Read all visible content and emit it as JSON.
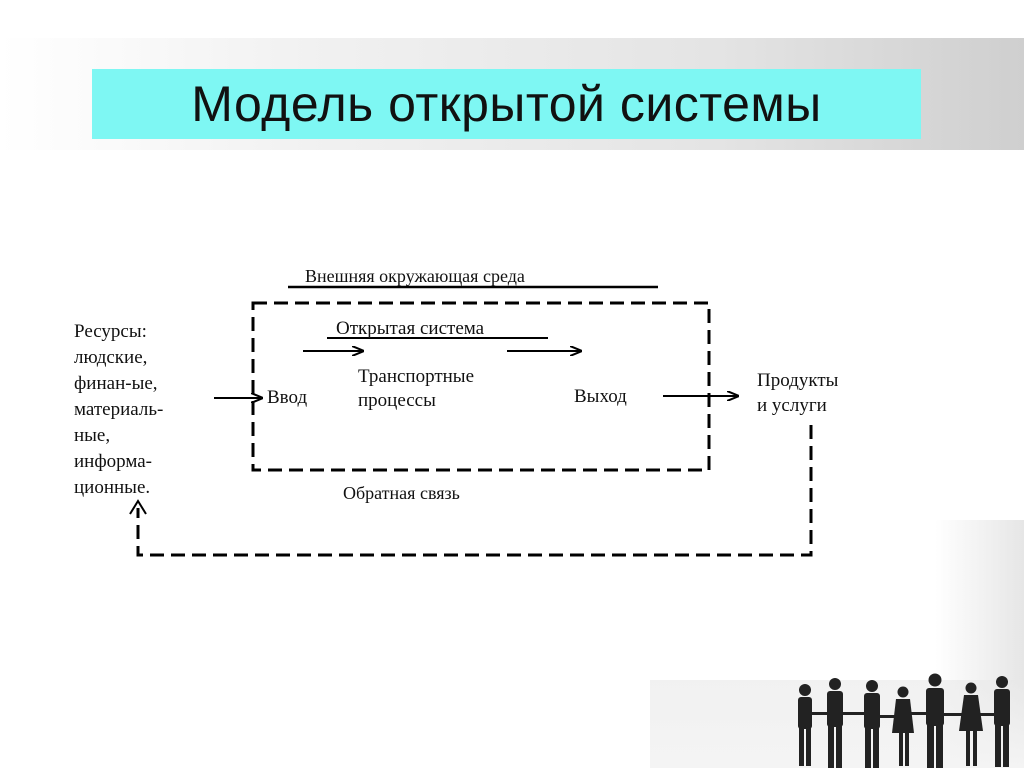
{
  "slide": {
    "title": "Модель открытой системы"
  },
  "diagram": {
    "environment_label": "Внешняя окружающая среда",
    "system_label": "Открытая система",
    "resources_lines": [
      "Ресурсы:",
      "людские,",
      "финан-ые,",
      "материаль-",
      "ные,",
      "информа-",
      "ционные."
    ],
    "input_label": "Ввод",
    "process_lines": [
      "Транспортные",
      "процессы"
    ],
    "output_label": "Выход",
    "products_lines": [
      "Продукты",
      "и услуги"
    ],
    "feedback_label": "Обратная связь"
  }
}
